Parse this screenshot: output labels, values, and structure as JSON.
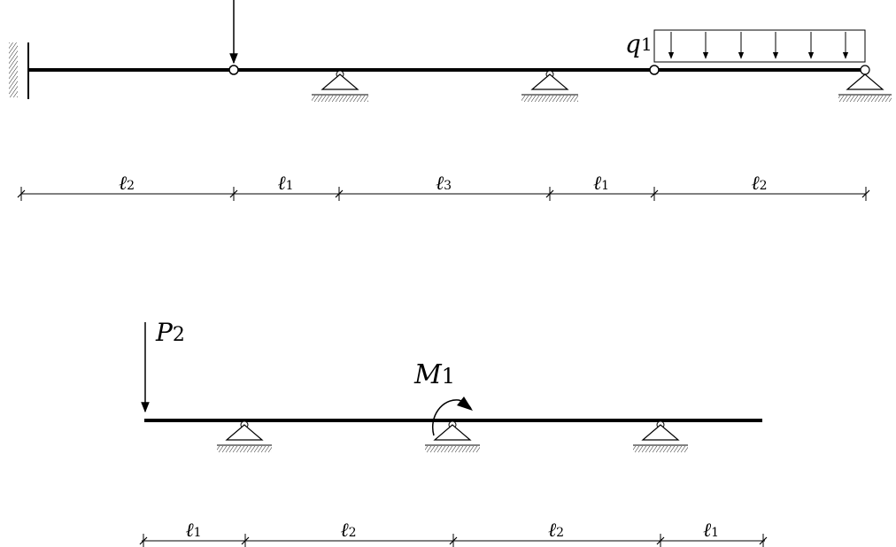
{
  "beam1": {
    "load_q": {
      "symbol": "q",
      "subscript": "1"
    },
    "dims": [
      {
        "symbol": "ℓ",
        "subscript": "2"
      },
      {
        "symbol": "ℓ",
        "subscript": "1"
      },
      {
        "symbol": "ℓ",
        "subscript": "3"
      },
      {
        "symbol": "ℓ",
        "subscript": "1"
      },
      {
        "symbol": "ℓ",
        "subscript": "2"
      }
    ]
  },
  "beam2": {
    "load_p": {
      "symbol": "P",
      "subscript": "2"
    },
    "moment_m": {
      "symbol": "M",
      "subscript": "1"
    },
    "dims": [
      {
        "symbol": "ℓ",
        "subscript": "1"
      },
      {
        "symbol": "ℓ",
        "subscript": "2"
      },
      {
        "symbol": "ℓ",
        "subscript": "2"
      },
      {
        "symbol": "ℓ",
        "subscript": "1"
      }
    ]
  },
  "colors": {
    "stroke": "#000000",
    "background": "#ffffff"
  }
}
